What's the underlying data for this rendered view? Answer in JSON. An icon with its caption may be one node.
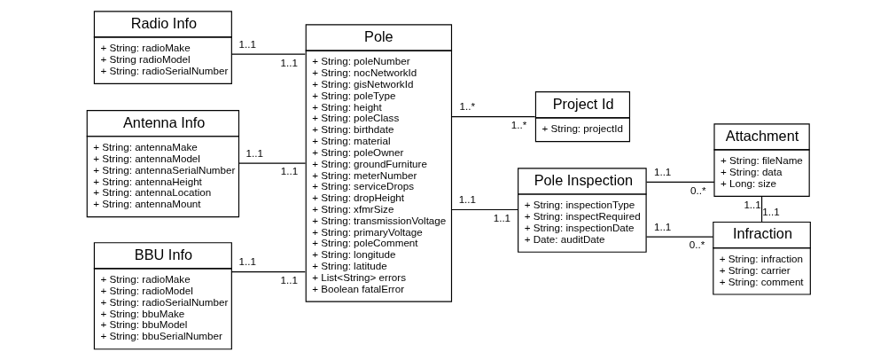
{
  "diagram": {
    "nodes": [
      {
        "text": [
          "Radio Info",
          "+ String: radioMake",
          "+ String radioModel",
          "+ String: radioSerialNumber"
        ]
      },
      {
        "text": [
          "Antenna Info",
          "+ String: antennaMake",
          "+ String: antennaModel",
          "+ String: antennaSerialNumber",
          "+ String: antennaHeight",
          "+ String: antennaLocation",
          "+ String: antennaMount"
        ]
      },
      {
        "text": [
          "BBU Info",
          "+ String: radioMake",
          "+ String: radioModel",
          "+ String: radioSerialNumber",
          "+ String: bbuMake",
          "+ String: bbuModel",
          "+ String: bbuSerialNumber"
        ]
      },
      {
        "text": [
          "Pole",
          "+ String: poleNumber",
          "+ String: nocNetworkId",
          "+ String: gisNetworkId",
          "+ String: poleType",
          "+ String: height",
          "+ String: poleClass",
          "+ String: birthdate",
          "+ String: material",
          "+ String: poleOwner",
          "+ String: groundFurniture",
          "+ String: meterNumber",
          "+ String: serviceDrops",
          "+ String: dropHeight",
          "+ String: xfmrSize",
          "+ String: transmissionVoltage",
          "+ String: primaryVoltage",
          "+ String: poleComment",
          "+ String: longitude",
          "+ String: latitude",
          "+ List<String> errors",
          "+ Boolean fatalError"
        ]
      },
      {
        "text": [
          "Project Id",
          "+ String: projectId"
        ]
      },
      {
        "text": [
          "Pole Inspection",
          "+ String: inspectionType",
          "+ String: inspectRequired",
          "+ String: inspectionDate",
          "+ Date: auditDate"
        ]
      },
      {
        "text": [
          "Attachment",
          "+ String: fileName",
          "+ String: data",
          "+ Long: size"
        ]
      },
      {
        "text": [
          "Infraction",
          "+ String: infraction",
          "+ String: carrier",
          "+ String: comment"
        ]
      }
    ],
    "edges": [
      {
        "from": 0,
        "to": 3,
        "arrow": "none"
      },
      {
        "from": 1,
        "to": 3,
        "arrow": "none"
      },
      {
        "from": 2,
        "to": 3,
        "arrow": "none"
      },
      {
        "from": 3,
        "to": 4,
        "arrow": "none"
      },
      {
        "from": 3,
        "to": 5,
        "arrow": "none"
      },
      {
        "from": 5,
        "to": 6,
        "arrow": "none"
      },
      {
        "from": 5,
        "to": 7,
        "arrow": "none"
      },
      {
        "from": 6,
        "to": 7,
        "arrow": "none"
      }
    ],
    "labels": [
      "1..1",
      "1..1",
      "1..1",
      "1..1",
      "1..1",
      "1..1",
      "1..*",
      "1..*",
      "1..1",
      "1..1",
      "1..1",
      "0..*",
      "1..1",
      "0..*",
      "1..1",
      "1..1"
    ]
  }
}
